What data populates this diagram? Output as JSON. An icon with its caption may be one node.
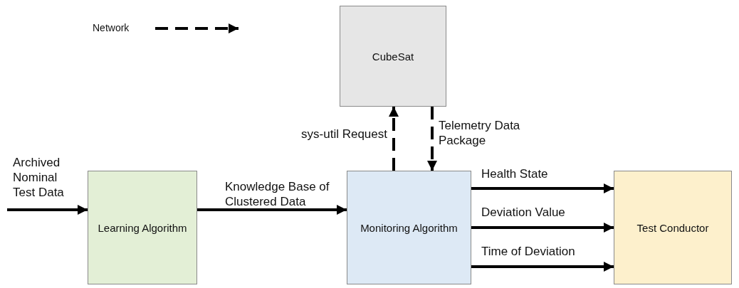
{
  "diagram": {
    "nodes": [
      {
        "text": [
          "CubeSat"
        ]
      },
      {
        "text": [
          "Learning Algorithm"
        ]
      },
      {
        "text": [
          "Monitoring Algorithm"
        ]
      },
      {
        "text": [
          "Test Conductor"
        ]
      }
    ],
    "edges": [
      {
        "from": null,
        "to": 1,
        "arrow": "to",
        "label": "Archived Nominal Test Data"
      },
      {
        "from": 1,
        "to": 2,
        "arrow": "to",
        "label": "Knowledge Base of Clustered Data"
      },
      {
        "from": 2,
        "to": 0,
        "arrow": "to",
        "style": "dashed",
        "label": "sys-util Request"
      },
      {
        "from": 0,
        "to": 2,
        "arrow": "to",
        "style": "dashed",
        "label": "Telemetry Data Package"
      },
      {
        "from": 2,
        "to": 3,
        "arrow": "to",
        "label": "Health State"
      },
      {
        "from": 2,
        "to": 3,
        "arrow": "to",
        "label": "Deviation Value"
      },
      {
        "from": 2,
        "to": 3,
        "arrow": "to",
        "label": "Time of Deviation"
      }
    ],
    "legend": [
      {
        "text": "Network"
      }
    ]
  }
}
